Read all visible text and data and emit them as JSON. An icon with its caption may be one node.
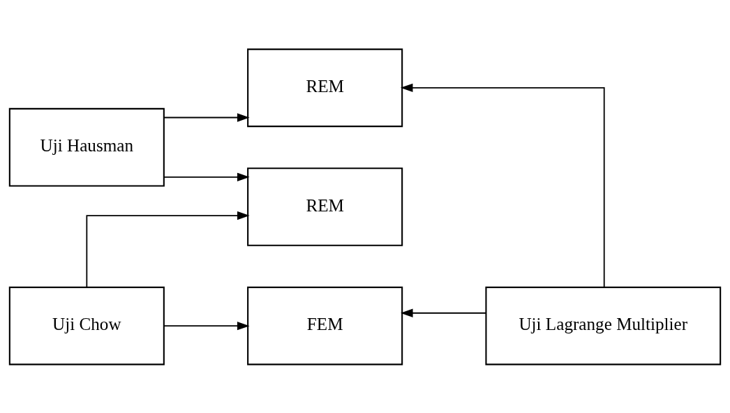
{
  "diagram": {
    "nodes": [
      {
        "text": [
          "FEM"
        ]
      },
      {
        "text": [
          "Uji Chow"
        ]
      },
      {
        "text": [
          "REM"
        ]
      },
      {
        "text": [
          "Uji Lagrange Multiplier"
        ]
      },
      {
        "text": [
          "Uji Hausman"
        ]
      },
      {
        "text": [
          "REM"
        ]
      }
    ],
    "edges": [
      {
        "from": 1,
        "to": 0,
        "arrow": "to"
      },
      {
        "from": 1,
        "to": 2,
        "arrow": "to"
      },
      {
        "from": 4,
        "to": 2,
        "arrow": "to"
      },
      {
        "from": 4,
        "to": 5,
        "arrow": "to"
      },
      {
        "from": 3,
        "to": 0,
        "arrow": "to"
      },
      {
        "from": 3,
        "to": 5,
        "arrow": "to"
      }
    ]
  }
}
